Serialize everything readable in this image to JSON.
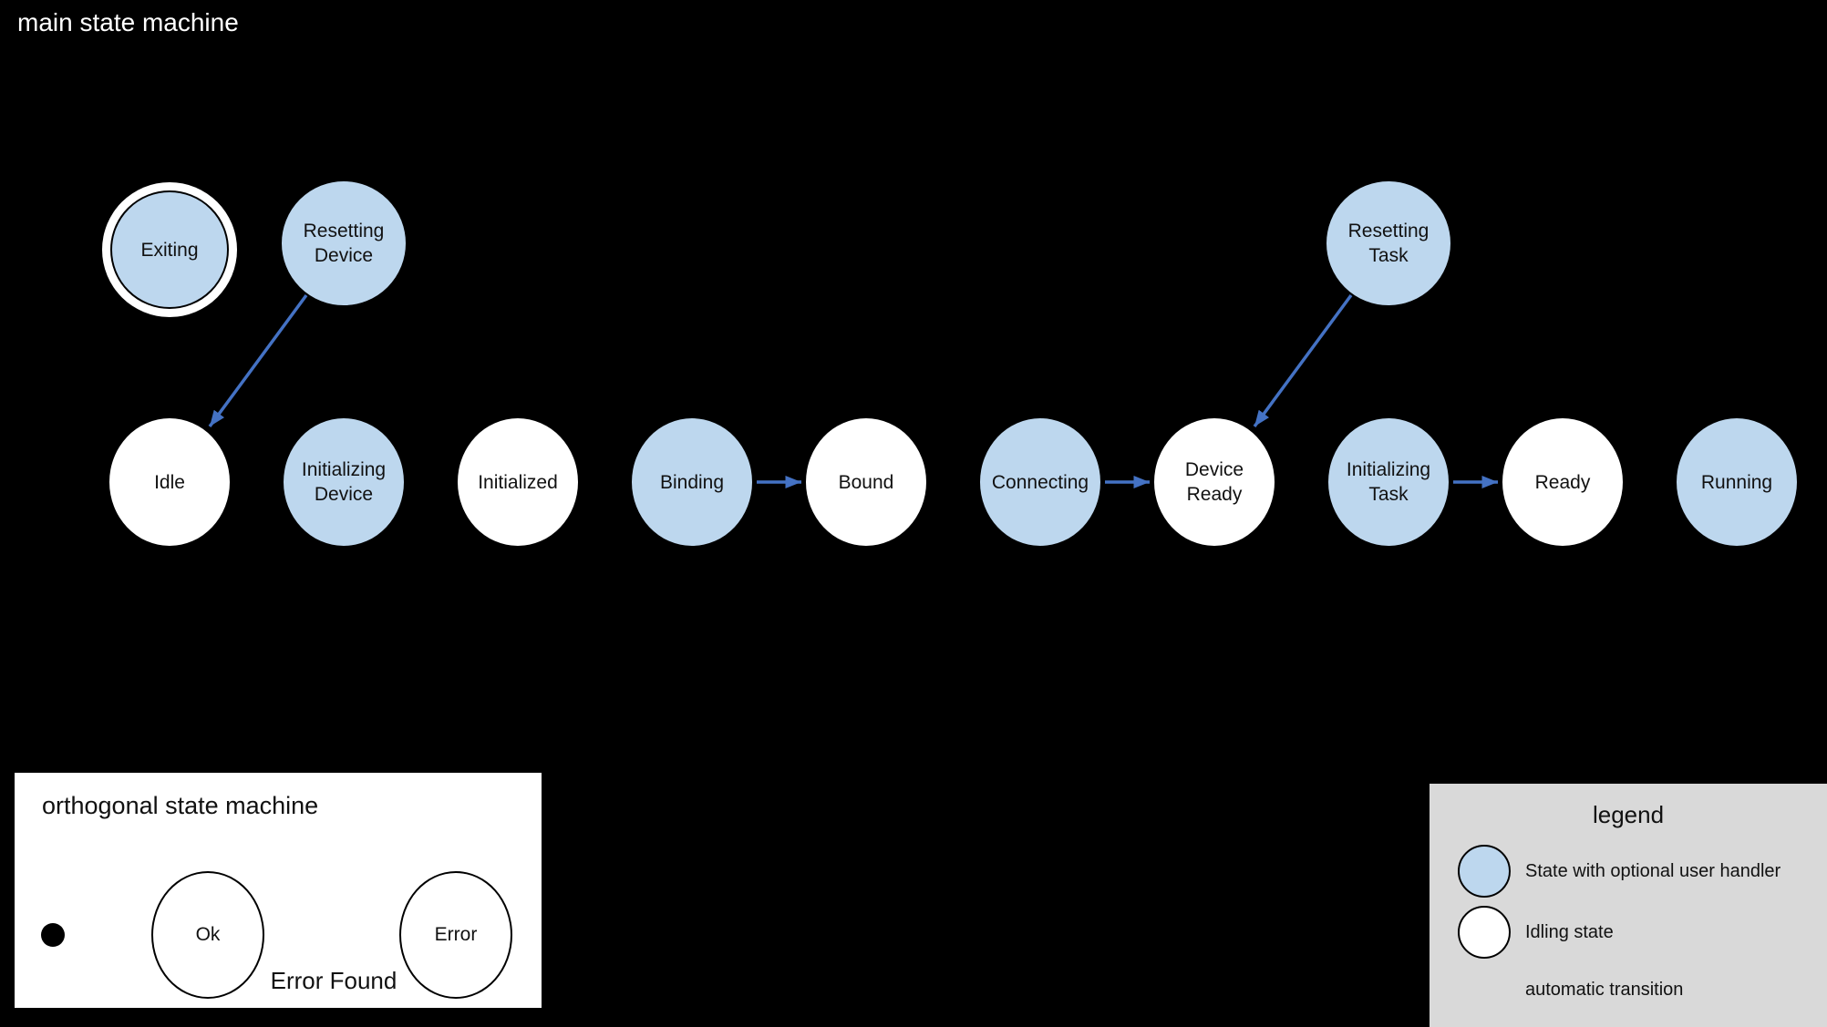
{
  "diagram": {
    "title": "main state machine",
    "colors": {
      "background": "#000000",
      "handler_state_fill": "#bdd7ee",
      "idling_state_fill": "#ffffff",
      "automatic_transition": "#4472c4",
      "legend_background": "#d9d9d9"
    },
    "states": [
      {
        "label": "Exiting",
        "type": "final-with-handler"
      },
      {
        "label": "Resetting Device",
        "type": "handler"
      },
      {
        "label": "Resetting Task",
        "type": "handler"
      },
      {
        "label": "Idle",
        "type": "idling"
      },
      {
        "label": "Initializing Device",
        "type": "handler"
      },
      {
        "label": "Initialized",
        "type": "idling"
      },
      {
        "label": "Binding",
        "type": "handler"
      },
      {
        "label": "Bound",
        "type": "idling"
      },
      {
        "label": "Connecting",
        "type": "handler"
      },
      {
        "label": "Device Ready",
        "type": "idling"
      },
      {
        "label": "Initializing Task",
        "type": "handler"
      },
      {
        "label": "Ready",
        "type": "idling"
      },
      {
        "label": "Running",
        "type": "handler"
      }
    ],
    "transitions": [
      {
        "from": "Resetting Device",
        "to": "Idle",
        "kind": "automatic"
      },
      {
        "from": "Binding",
        "to": "Bound",
        "kind": "automatic"
      },
      {
        "from": "Connecting",
        "to": "Device Ready",
        "kind": "automatic"
      },
      {
        "from": "Resetting Task",
        "to": "Device Ready",
        "kind": "automatic"
      },
      {
        "from": "Initializing Task",
        "to": "Ready",
        "kind": "automatic"
      }
    ]
  },
  "orthogonal": {
    "title": "orthogonal state machine",
    "states": [
      {
        "label": "Ok"
      },
      {
        "label": "Error"
      }
    ],
    "transition_label": "Error Found"
  },
  "legend": {
    "title": "legend",
    "items": [
      {
        "label": "State with optional user handler",
        "swatch": "handler-state"
      },
      {
        "label": "Idling state",
        "swatch": "idling-state"
      },
      {
        "label": "automatic transition",
        "swatch": "blue-arrow"
      }
    ]
  }
}
